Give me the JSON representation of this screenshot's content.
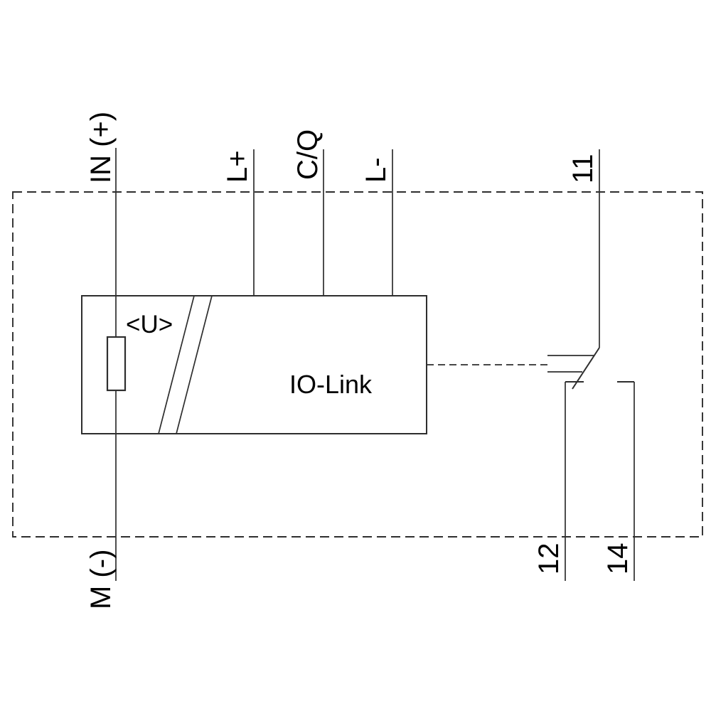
{
  "diagram": {
    "kind": "relay-io-link-wiring-schematic",
    "colors": {
      "line": "#2e2e2e",
      "text": "#000000",
      "background": "#ffffff"
    },
    "device": {
      "name_label": "IO-Link",
      "sensor_label": "<U>"
    },
    "terminals": {
      "in_plus": {
        "label": "IN (+)"
      },
      "l_plus": {
        "label": "L+"
      },
      "cq": {
        "label": "C/Q"
      },
      "l_minus": {
        "label": "L-"
      },
      "t11": {
        "label": "11"
      },
      "m_minus": {
        "label": "M (-)"
      },
      "t12": {
        "label": "12"
      },
      "t14": {
        "label": "14"
      }
    }
  }
}
